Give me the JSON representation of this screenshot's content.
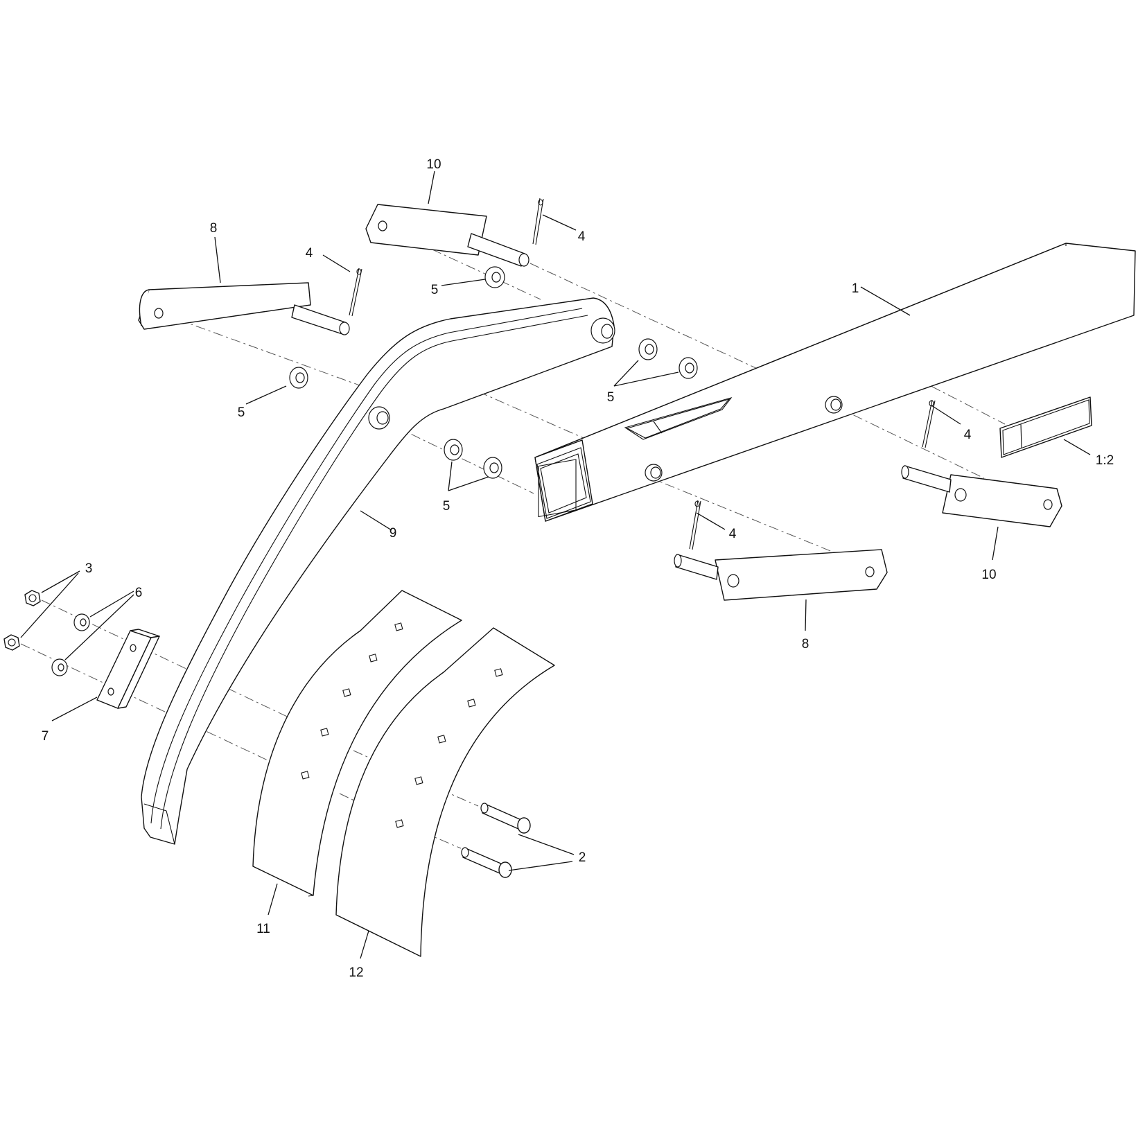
{
  "diagram": {
    "callouts": {
      "c1": "1",
      "c1_2": "1:2",
      "c2": "2",
      "c3": "3",
      "c4a": "4",
      "c4b": "4",
      "c4c": "4",
      "c4d": "4",
      "c5a": "5",
      "c5b": "5",
      "c5c": "5",
      "c5d": "5",
      "c6": "6",
      "c7": "7",
      "c8a": "8",
      "c8b": "8",
      "c9": "9",
      "c10a": "10",
      "c10b": "10",
      "c11": "11",
      "c12": "12"
    }
  }
}
